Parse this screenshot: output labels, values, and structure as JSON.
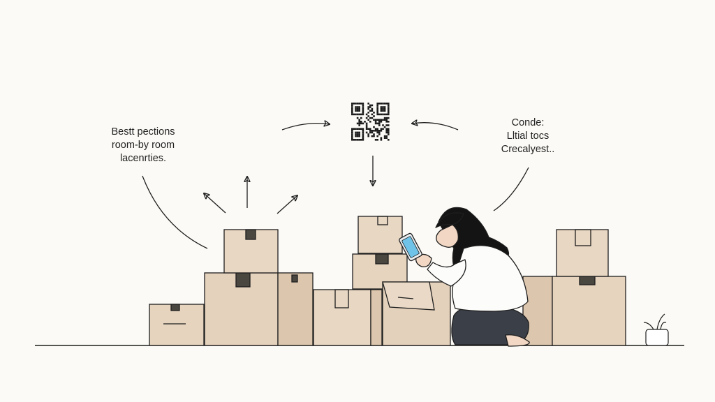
{
  "captions": {
    "left": {
      "line1": "Bestt pections",
      "line2": "room-by room",
      "line3": "lacenrties."
    },
    "right": {
      "line1": "Conde:",
      "line2": "Lltial tocs",
      "line3": "Crecalyest.."
    }
  },
  "colors": {
    "background": "#fbfaf6",
    "box_light": "#e8d6c2",
    "box_mid": "#dcc6ad",
    "ink": "#1e1e1e",
    "tape": "#4a4640",
    "skin": "#f2d8c4",
    "hair": "#141414",
    "shirt": "#fcfcfa",
    "pants": "#3b3f48",
    "screen": "#6fc3e8"
  },
  "icons": [
    "qr-code-icon",
    "arrow-icon",
    "phone-icon",
    "plant-pot-icon"
  ]
}
